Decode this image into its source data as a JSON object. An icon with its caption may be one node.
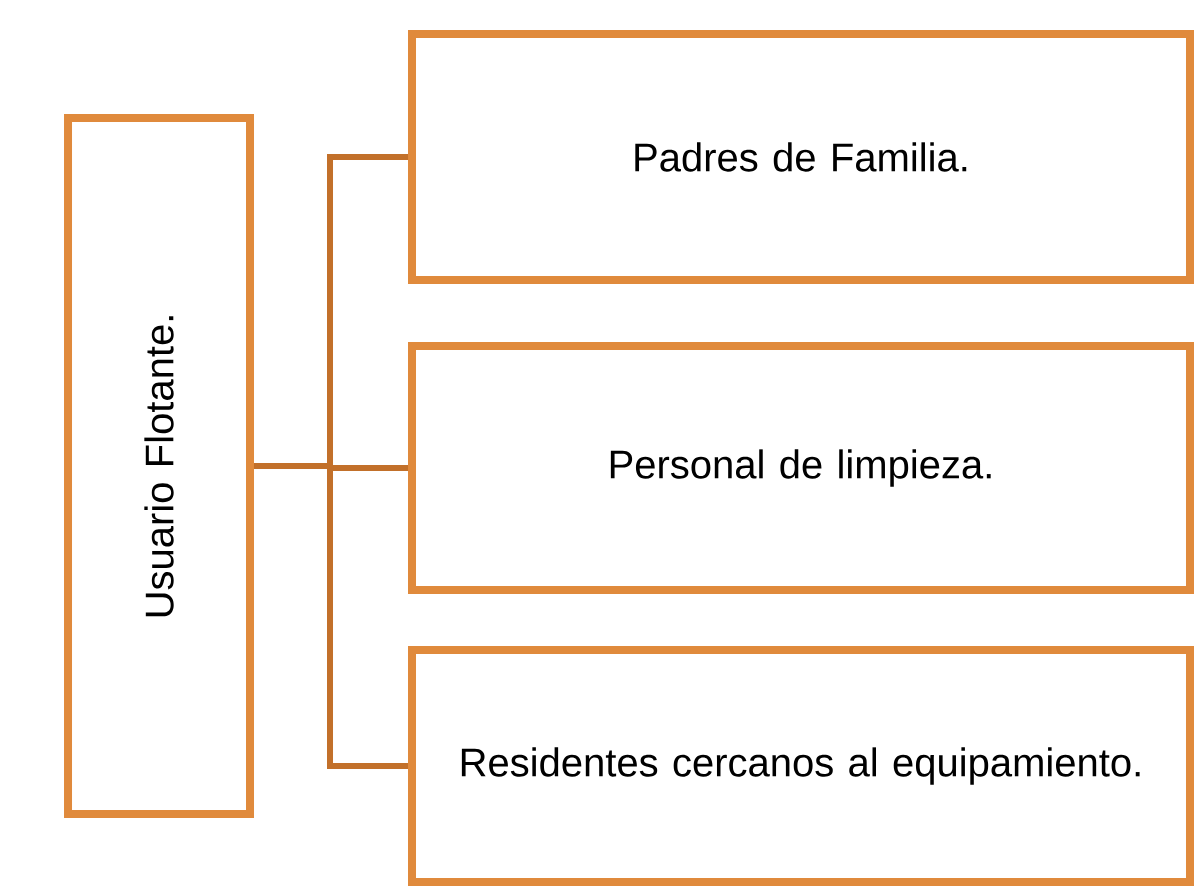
{
  "diagram": {
    "nodes": [
      {
        "text": [
          "Usuario Flotante."
        ]
      },
      {
        "text": [
          "Padres de Familia."
        ]
      },
      {
        "text": [
          "Personal de limpieza."
        ]
      },
      {
        "text": [
          "Residentes cercanos al equipamiento."
        ]
      }
    ],
    "edges": [
      {
        "from": 0,
        "to": 1,
        "arrow": "none"
      },
      {
        "from": 0,
        "to": 2,
        "arrow": "none"
      },
      {
        "from": 0,
        "to": 3,
        "arrow": "none"
      }
    ]
  }
}
